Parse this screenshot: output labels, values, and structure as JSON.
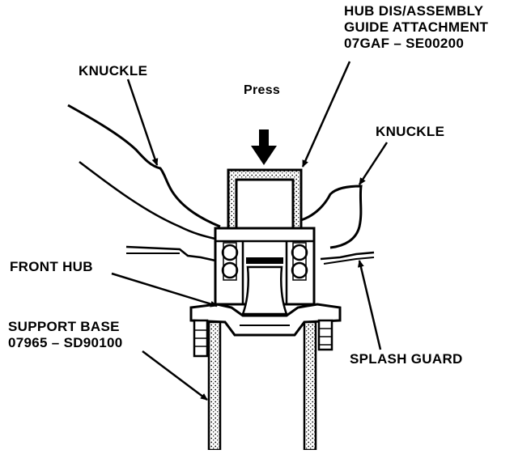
{
  "labels": {
    "hub_tool": {
      "line1": "HUB DIS/ASSEMBLY",
      "line2": "GUIDE ATTACHMENT",
      "line3": "07GAF – SE00200"
    },
    "knuckle_left": "KNUCKLE",
    "knuckle_right": "KNUCKLE",
    "press": "Press",
    "front_hub": "FRONT HUB",
    "support_base": {
      "line1": "SUPPORT BASE",
      "line2": "07965 – SD90100"
    },
    "splash_guard": "SPLASH GUARD"
  },
  "colors": {
    "ink": "#000000",
    "background": "#ffffff",
    "stipple": "#000000"
  }
}
